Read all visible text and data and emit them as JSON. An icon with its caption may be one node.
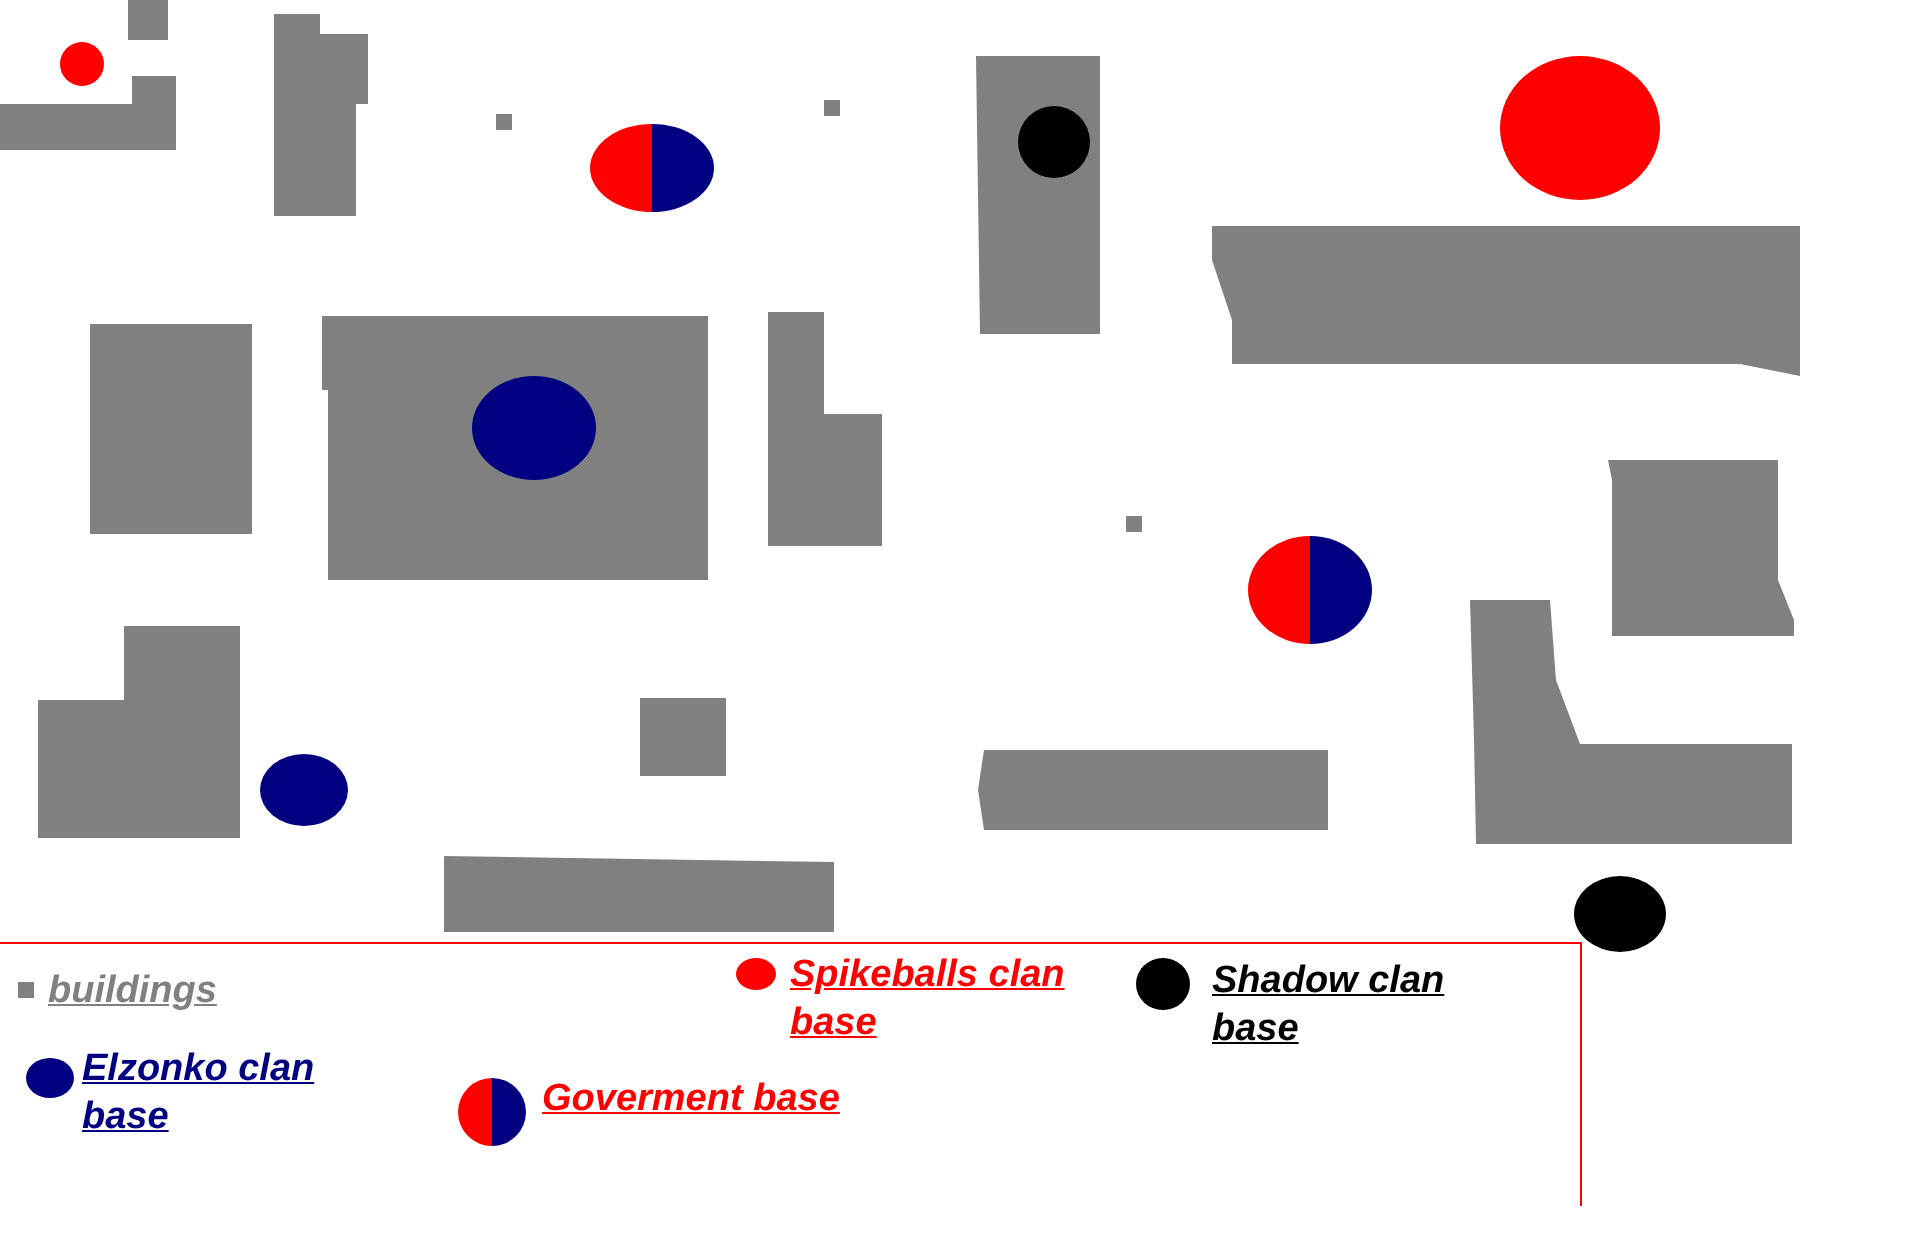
{
  "diagram": {
    "legend": [
      {
        "text": "buildings",
        "color": "#808080"
      },
      {
        "text": "Spikeballs clan base",
        "color": "#ff0000"
      },
      {
        "text": "Shadow clan base",
        "color": "#000000"
      },
      {
        "text": "Elzonko clan base",
        "color": "#000080"
      },
      {
        "text": "Goverment base"
      }
    ]
  }
}
